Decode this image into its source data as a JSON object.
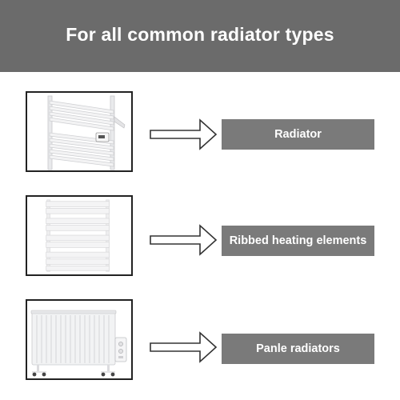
{
  "header": {
    "title": "For all common radiator types",
    "background": "#6b6b6b"
  },
  "items": [
    {
      "label": "Radiator",
      "image_icon": "towel-rail-radiator-icon"
    },
    {
      "label": "Ribbed heating elements",
      "image_icon": "flat-panel-towel-radiator-icon"
    },
    {
      "label": "Panle radiators",
      "image_icon": "oil-filled-panel-radiator-icon"
    }
  ],
  "colors": {
    "label_background": "#7a7a7a",
    "label_text": "#ffffff",
    "frame_border": "#222222",
    "arrow_stroke": "#333333"
  }
}
